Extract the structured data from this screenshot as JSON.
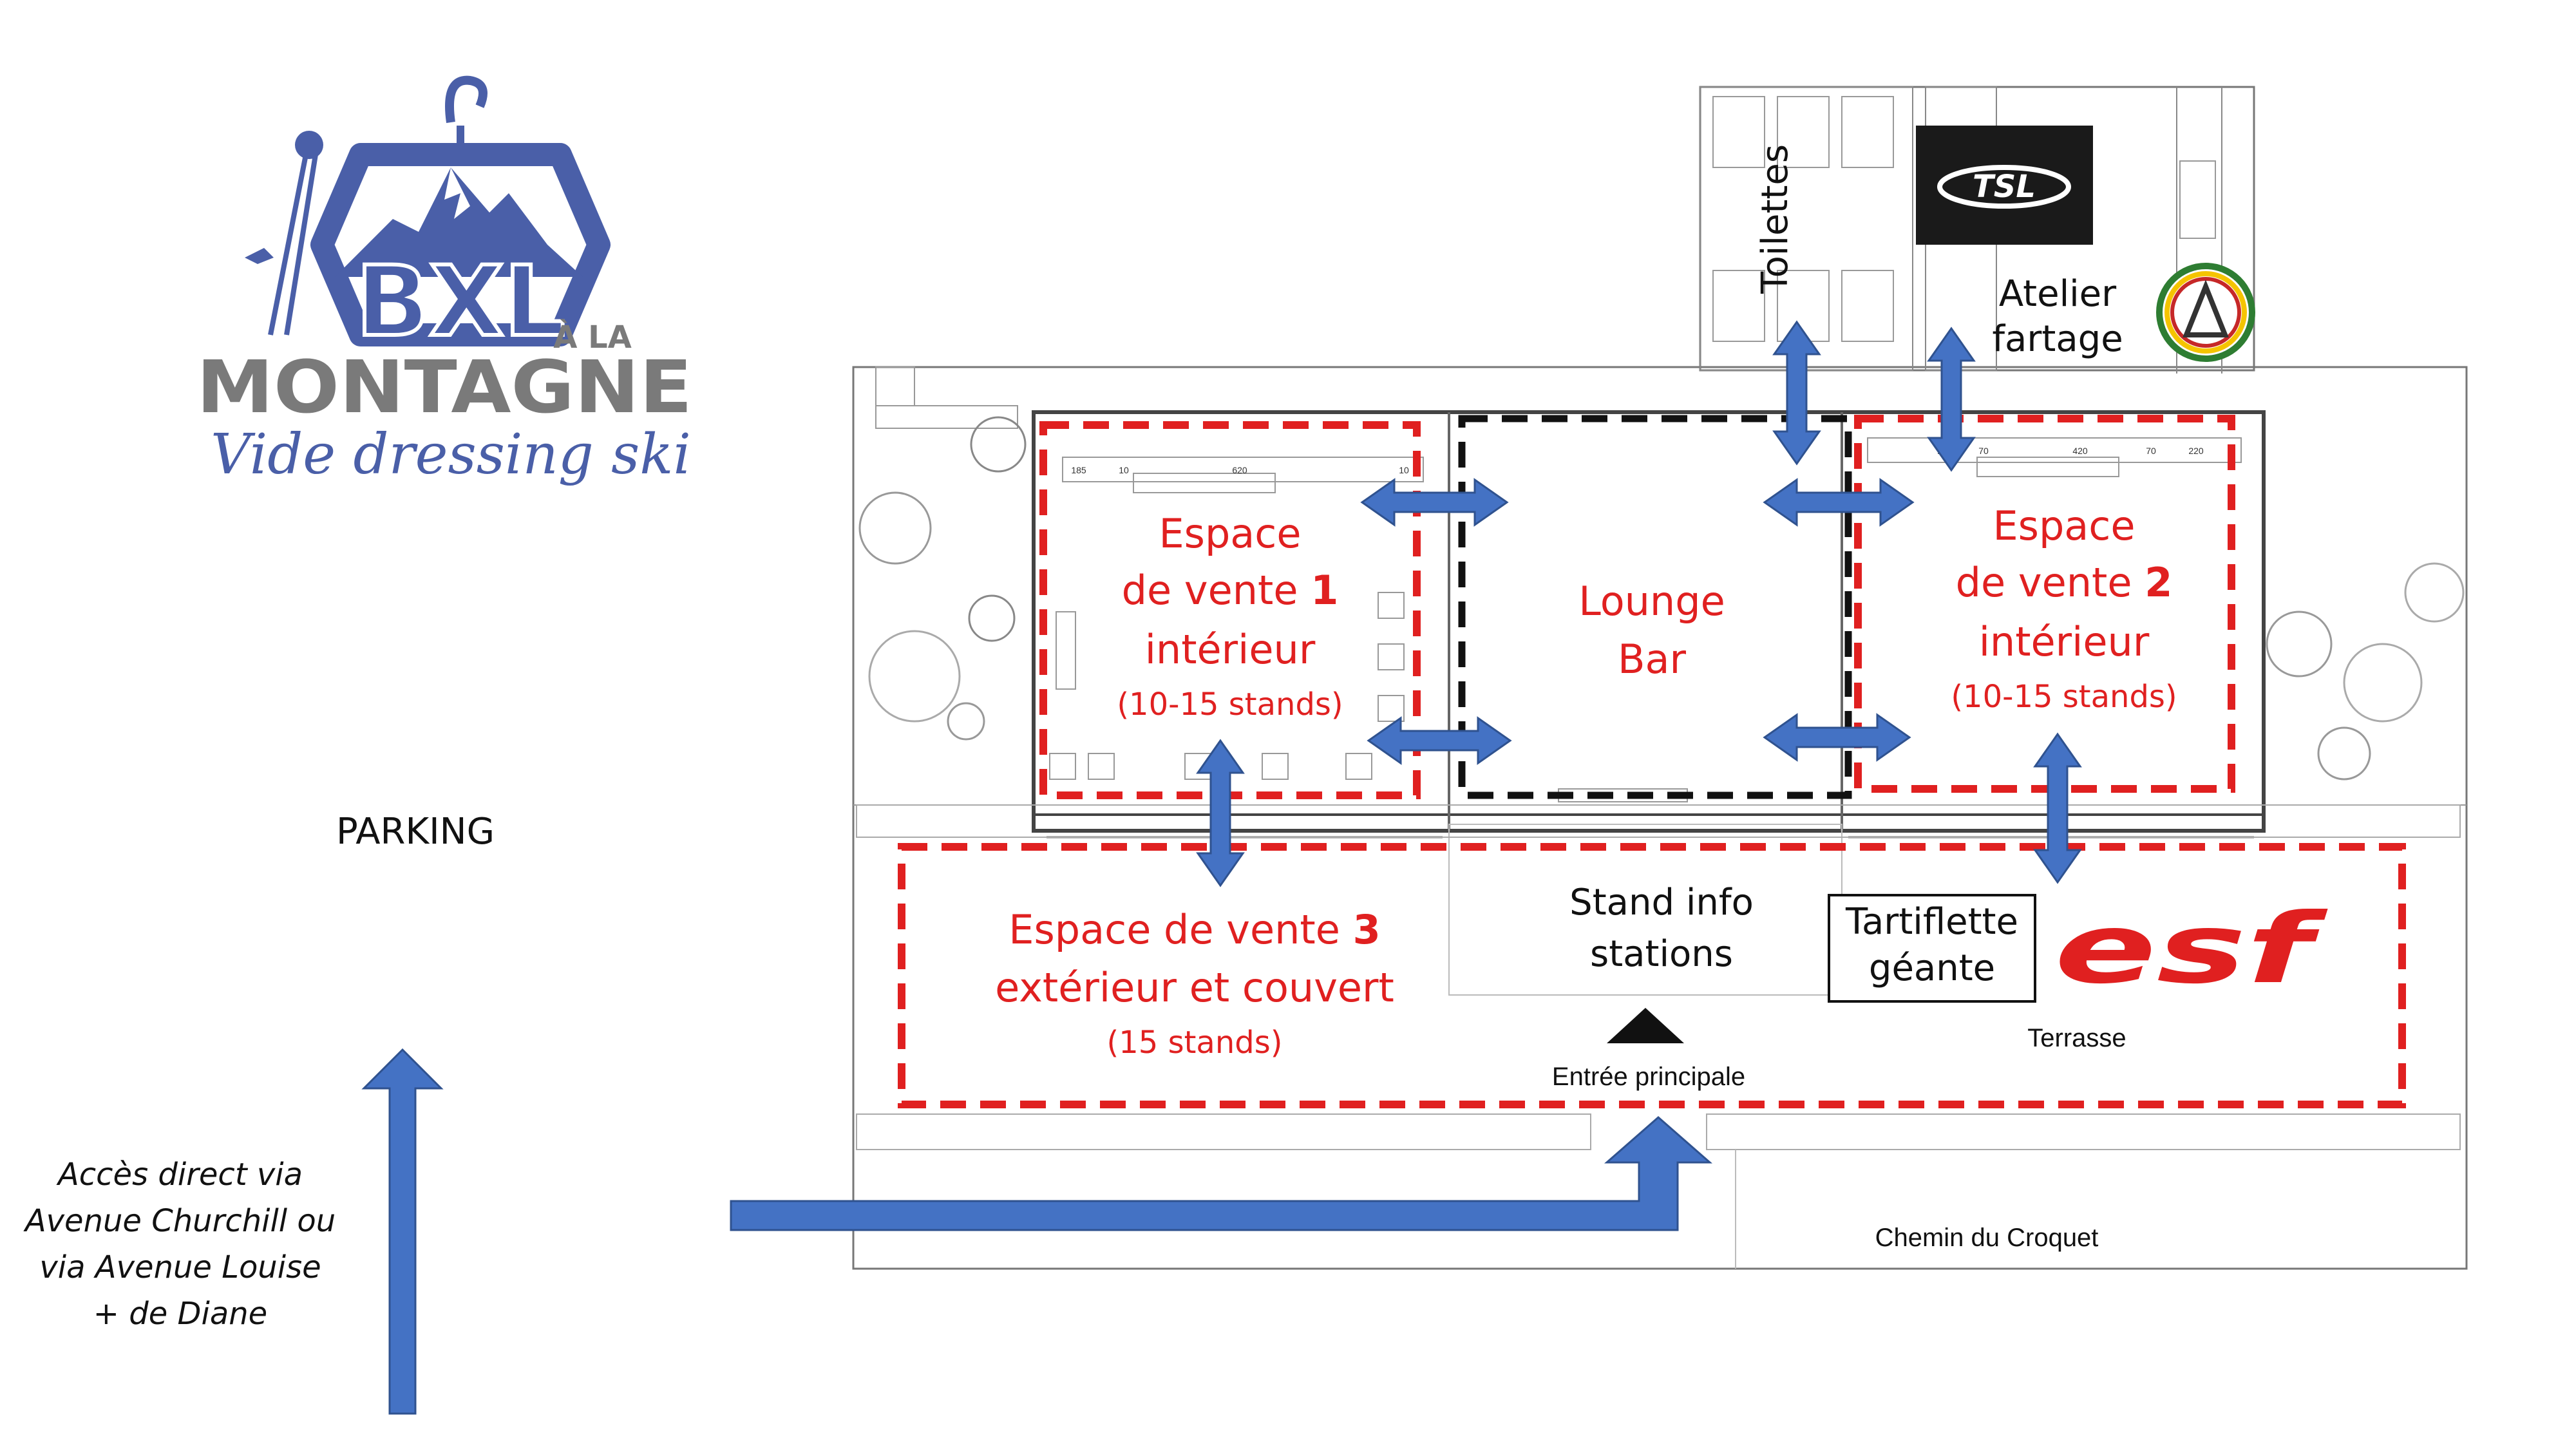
{
  "logo": {
    "brand": "BXL",
    "a_la": "À LA",
    "montagne": "MONTAGNE",
    "tagline": "Vide dressing ski"
  },
  "labels": {
    "parking": "PARKING",
    "access_lines": [
      "Accès direct via",
      "Avenue Churchill ou",
      "via Avenue Louise",
      "+ de Diane"
    ],
    "toilets": "Toilettes",
    "atelier": [
      "Atelier",
      "fartage"
    ],
    "lounge": [
      "Lounge",
      "Bar"
    ],
    "stand_info": [
      "Stand info",
      "stations"
    ],
    "tartiflette": [
      "Tartiflette",
      "géante"
    ],
    "entree": "Entrée principale",
    "terrasse": "Terrasse",
    "chemin": "Chemin du Croquet"
  },
  "zones": {
    "vente1": {
      "line1": "Espace",
      "line2_pre": "de vente ",
      "line2_num": "1",
      "line3": "intérieur",
      "stands": "(10-15 stands)"
    },
    "vente2": {
      "line1": "Espace",
      "line2_pre": "de vente ",
      "line2_num": "2",
      "line3": "intérieur",
      "stands": "(10-15 stands)"
    },
    "vente3": {
      "line1_pre": "Espace de vente ",
      "line1_num": "3",
      "line2": "extérieur et couvert",
      "stands": "(15 stands)"
    }
  },
  "sponsors": {
    "tsl": "TSL",
    "esf": "esf"
  },
  "colors": {
    "zone_red": "#e02020",
    "arrow_blue": "#4472c4",
    "logo_blue": "#4a5fa8",
    "logo_grey": "#7a7a7a"
  }
}
